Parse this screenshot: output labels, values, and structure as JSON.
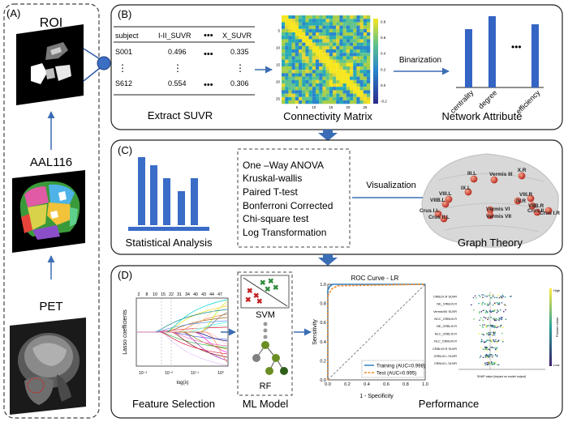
{
  "panel_a": {
    "label": "(A)",
    "roi_label": "ROI",
    "aal_label": "AAL116",
    "pet_label": "PET"
  },
  "panel_b": {
    "label": "(B)",
    "table": {
      "headers": [
        "subject",
        "I-II_SUVR",
        "X_SUVR"
      ],
      "ellipsis": "•••",
      "rows": [
        {
          "subject": "S001",
          "c1": "0.496",
          "c2": "0.335"
        },
        {
          "subject": "S612",
          "c1": "0.554",
          "c2": "0.306"
        }
      ]
    },
    "extract_label": "Extract SUVR",
    "connectivity_label": "Connectivity Matrix",
    "matrix_ticks": [
      "5",
      "10",
      "15",
      "20",
      "25"
    ],
    "colorbar_ticks": [
      "0.8",
      "0.6",
      "0.4",
      "0.2",
      "0.0",
      "-0.2"
    ],
    "binarization_label": "Binarization",
    "network_label": "Network Attribute",
    "bar_labels": [
      "centrality",
      "degree",
      "efficiency"
    ]
  },
  "panel_c": {
    "label": "(C)",
    "statistical_label": "Statistical Analysis",
    "methods": [
      "One –Way ANOVA",
      "Kruskal-wallis",
      "Paired T-test",
      "Bonferroni Corrected",
      "Chi-square test",
      "Log Transformation"
    ],
    "visualization_label": "Visualization",
    "graph_label": "Graph Theory",
    "nodes": [
      "X.R",
      "III.L",
      "Vermis III",
      "IX.L",
      "VIII.L",
      "VIIB.L",
      "Crus I.L",
      "Crus II.L",
      "VIII.R",
      "VIIB.R",
      "Crus II.R",
      "Crus I.R",
      "Vermis VI",
      "Vermis VII",
      "IV.R"
    ]
  },
  "panel_d": {
    "label": "(D)",
    "lasso_top_ticks": [
      "2",
      "8",
      "10",
      "15",
      "22",
      "31",
      "34",
      "40",
      "43",
      "44",
      "47"
    ],
    "lasso_ylabel": "Lasso coefficients",
    "lasso_xlabel": "log(λ)",
    "lasso_xticks": [
      "10⁻³",
      "10⁻²",
      "10⁻¹",
      "10⁰"
    ],
    "feature_label": "Feature Selection",
    "svm_label": "SVM",
    "rf_label": "RF",
    "ml_label": "ML Model",
    "roc_title": "ROC Curve - LR",
    "roc_ylabel": "Sensitivity",
    "roc_xlabel": "1 - Specificity",
    "roc_ticks": [
      "0.0",
      "0.2",
      "0.4",
      "0.6",
      "0.8",
      "1.0"
    ],
    "legend_train": "Training (AUC=0.998)",
    "legend_test": "Test (AUC=0.995)",
    "shap_features": [
      "CRBLIX.R SUVR",
      "NE_CRBLVI.R",
      "VermisVIII SUVR",
      "NCC_CRBLVI.R",
      "NE_CRBLIX.R",
      "NLC_CRBLIX.R",
      "NLC_CRBLVII.R",
      "CRBLVII.R SUVR",
      "CRBLIX.L SUVR",
      "CRBLVI.L SUVR"
    ],
    "shap_xlabel": "SHAP value (impact on model output)",
    "shap_high": "High",
    "shap_low": "Low",
    "shap_feature_value": "Feature value",
    "performance_label": "Performance"
  },
  "chart_data": {
    "type": "line",
    "title": "ROC Curve - LR",
    "xlabel": "1 - Specificity",
    "ylabel": "Sensitivity",
    "xlim": [
      0,
      1
    ],
    "ylim": [
      0,
      1
    ],
    "series": [
      {
        "name": "Training (AUC=0.998)",
        "x": [
          0,
          0,
          0.02,
          0.05,
          1.0
        ],
        "y": [
          0,
          0.94,
          0.98,
          1.0,
          1.0
        ]
      },
      {
        "name": "Test (AUC=0.995)",
        "x": [
          0,
          0,
          0.04,
          0.1,
          1.0
        ],
        "y": [
          0,
          0.88,
          0.95,
          0.985,
          1.0
        ]
      }
    ]
  }
}
